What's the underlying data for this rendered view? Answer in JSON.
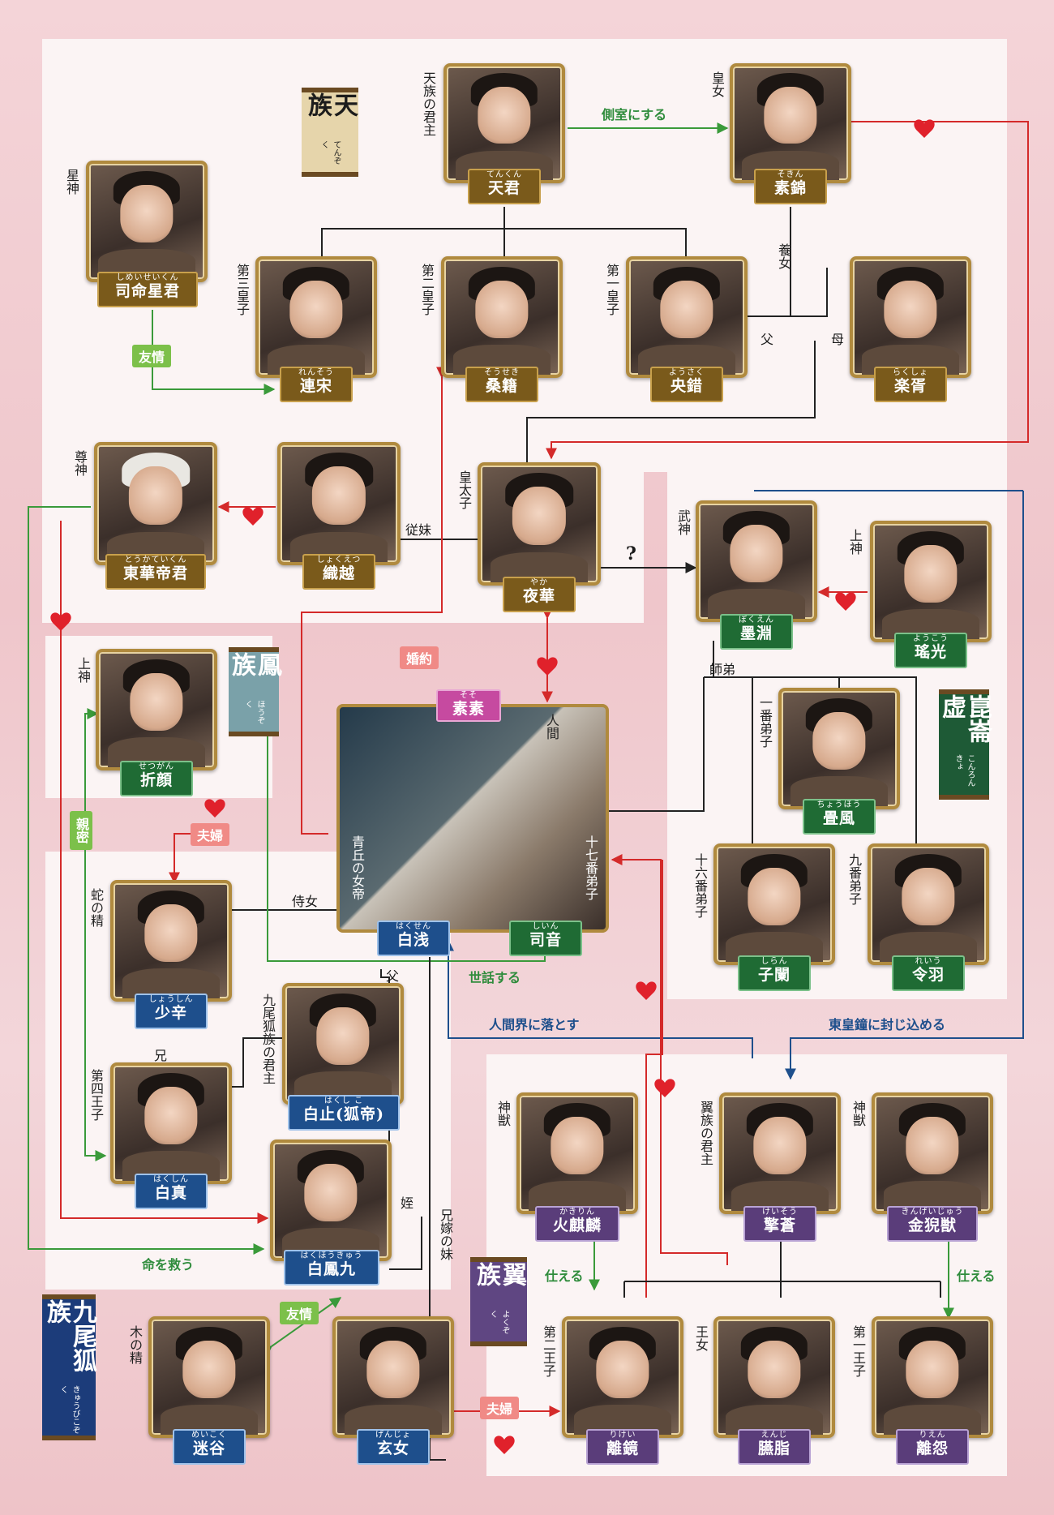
{
  "colors": {
    "black_line": "#222222",
    "red_line": "#d42a2a",
    "green_line": "#3a9a3a",
    "blue_line": "#1e4f8c",
    "heart": "#e0212b"
  },
  "clans": {
    "tenzoku": {
      "name": "天族",
      "ruby": "てんぞく"
    },
    "houzoku": {
      "name": "鳳族",
      "ruby": "ほうぞく"
    },
    "konron": {
      "name": "崑崙虚",
      "ruby": "こんろんきょ"
    },
    "yokuzoku": {
      "name": "翼族",
      "ruby": "よくぞく"
    },
    "kyubi": {
      "name": "九尾狐族",
      "ruby": "きゅうびこぞく"
    }
  },
  "characters": {
    "tenkun": {
      "ruby": "てんくん",
      "name": "天君",
      "role": "天族の君主"
    },
    "sokin": {
      "ruby": "そきん",
      "name": "素錦",
      "role": "皇女"
    },
    "shimei": {
      "ruby": "しめいせいくん",
      "name": "司命星君",
      "role": "星神"
    },
    "rensou": {
      "ruby": "れんそう",
      "name": "連宋",
      "role": "第三皇子"
    },
    "sousei": {
      "ruby": "そうせき",
      "name": "桑籍",
      "role": "第二皇子"
    },
    "yousaku": {
      "ruby": "ようさく",
      "name": "央錯",
      "role": "第一皇子"
    },
    "rakusho": {
      "ruby": "らくしょ",
      "name": "楽胥",
      "role": ""
    },
    "touka": {
      "ruby": "とうかていくん",
      "name": "東華帝君",
      "role": "尊神"
    },
    "shokuetsu": {
      "ruby": "しょくえつ",
      "name": "織越",
      "role": ""
    },
    "yaka": {
      "ruby": "やか",
      "name": "夜華",
      "role": "皇太子"
    },
    "bokuen": {
      "ruby": "ぼくえん",
      "name": "墨淵",
      "role": "武神"
    },
    "youkou": {
      "ruby": "ようこう",
      "name": "瑤光",
      "role": "上神"
    },
    "setsugan": {
      "ruby": "せつがん",
      "name": "折顔",
      "role": "上神"
    },
    "sosoName": {
      "ruby": "そそ",
      "name": "素素"
    },
    "hakusen": {
      "ruby": "はくせん",
      "name": "白浅"
    },
    "shiin": {
      "ruby": "しいん",
      "name": "司音"
    },
    "chouhou": {
      "ruby": "ちょうほう",
      "name": "畳風",
      "role": "一番弟子"
    },
    "shiran": {
      "ruby": "しらん",
      "name": "子闌",
      "role": "十六番弟子"
    },
    "reiu": {
      "ruby": "れいう",
      "name": "令羽",
      "role": "九番弟子"
    },
    "shoushin": {
      "ruby": "しょうしん",
      "name": "少辛",
      "role": "蛇の精"
    },
    "hakushi": {
      "ruby": "はくし こ",
      "name": "白止(狐帝)",
      "role": "九尾狐族の君主"
    },
    "hakushin": {
      "ruby": "はくしん",
      "name": "白真",
      "role": "第四王子"
    },
    "hakuhoukyu": {
      "ruby": "はくほうきゅう",
      "name": "白鳳九",
      "role": ""
    },
    "kakirin": {
      "ruby": "かきりん",
      "name": "火麒麟",
      "role": "神獣"
    },
    "keisou": {
      "ruby": "けいそう",
      "name": "擎蒼",
      "role": "翼族の君主"
    },
    "kingeijuu": {
      "ruby": "きんげいじゅう",
      "name": "金猊獣",
      "role": "神獣"
    },
    "meikoku": {
      "ruby": "めいこく",
      "name": "迷谷",
      "role": "木の精"
    },
    "genjo": {
      "ruby": "げんじょ",
      "name": "玄女",
      "role": ""
    },
    "rikei": {
      "ruby": "りけい",
      "name": "離鏡",
      "role": "第二王子"
    },
    "enji": {
      "ruby": "えんじ",
      "name": "臙脂",
      "role": "王女"
    },
    "rien": {
      "ruby": "りえん",
      "name": "離怨",
      "role": "第一王子"
    }
  },
  "labels": {
    "sokushitsu": "側室にする",
    "yojo": "養女",
    "chichi": "父",
    "haha": "母",
    "yujou": "友情",
    "juumai": "従妹",
    "question": "?",
    "konyaku": "婚約",
    "shitei": "師弟",
    "ningen": "人間",
    "seikyu": "青丘の女帝",
    "juunana": "十七番弟子",
    "fuufu": "夫婦",
    "shinmitsu": "親密",
    "jijo": "侍女",
    "chichi2": "父",
    "sewa": "世話する",
    "ningenkai": "人間界に落とす",
    "toukousho": "東皇鐘に封じ込める",
    "ani": "兄",
    "mei": "姪",
    "ani_yome": "兄嫁の妹",
    "inochi": "命を救う",
    "tsukaeru1": "仕える",
    "tsukaeru2": "仕える",
    "yujou2": "友情",
    "fuufu2": "夫婦"
  }
}
